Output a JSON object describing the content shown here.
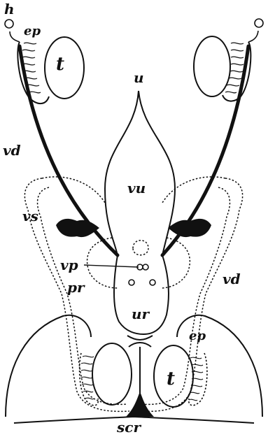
{
  "figure": {
    "labels": {
      "h": "h",
      "ep_left": "ep",
      "t_left": "t",
      "u": "u",
      "vd_left": "vd",
      "vu": "vu",
      "vs": "vs",
      "vp": "vp",
      "pr": "pr",
      "vd_right": "vd",
      "ur": "ur",
      "ep_right": "ep",
      "t_right": "t",
      "scr": "scr"
    }
  },
  "colors": {
    "ink": "#111111",
    "background": "#ffffff"
  }
}
